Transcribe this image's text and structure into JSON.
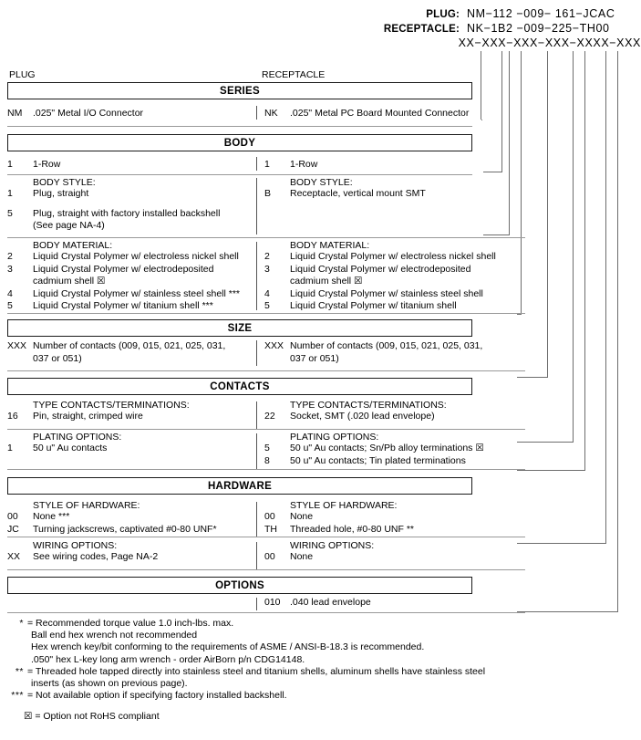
{
  "header": {
    "plug_label": "PLUG:",
    "receptacle_label": "RECEPTACLE:",
    "plug_value": "NM−112 −009− 161−JCAC",
    "receptacle_value": "NK−1B2 −009−225−TH00",
    "generic_pattern": "XX−XXX−XXX−XXX−XXXX−XXX"
  },
  "columns": {
    "plug": "PLUG",
    "receptacle": "RECEPTACLE"
  },
  "symbols": {
    "rohs_box": "☒",
    "asterisk3": "***",
    "asterisk2": "**",
    "asterisk1": "*"
  },
  "sections": {
    "series": {
      "title": "SERIES",
      "left": [
        {
          "code": "NM",
          "desc": ".025\" Metal I/O Connector"
        }
      ],
      "right": [
        {
          "code": "NK",
          "desc": ".025\" Metal PC Board Mounted Connector"
        }
      ]
    },
    "body": {
      "title": "BODY",
      "row_left": [
        {
          "code": "1",
          "desc": "1-Row"
        }
      ],
      "row_right": [
        {
          "code": "1",
          "desc": "1-Row"
        }
      ],
      "style_header": "BODY STYLE:",
      "style_left": [
        {
          "code": "1",
          "desc": "Plug, straight"
        },
        {
          "code": "5",
          "desc": "Plug, straight with factory installed backshell",
          "cont": "(See page NA-4)"
        }
      ],
      "style_right": [
        {
          "code": "B",
          "desc": "Receptacle, vertical mount SMT"
        }
      ],
      "material_header": "BODY MATERIAL:",
      "material_left": [
        {
          "code": "2",
          "desc": "Liquid Crystal Polymer w/ electroless nickel shell"
        },
        {
          "code": "3",
          "desc": "Liquid Crystal Polymer w/ electrodeposited",
          "cont": "cadmium shell  ☒"
        },
        {
          "code": "4",
          "desc": "Liquid Crystal Polymer w/ stainless steel shell ***"
        },
        {
          "code": "5",
          "desc": "Liquid Crystal Polymer w/ titanium shell ***"
        }
      ],
      "material_right": [
        {
          "code": "2",
          "desc": "Liquid Crystal Polymer w/ electroless nickel shell"
        },
        {
          "code": "3",
          "desc": "Liquid Crystal Polymer w/ electrodeposited",
          "cont": "cadmium shell  ☒"
        },
        {
          "code": "4",
          "desc": " Liquid Crystal Polymer w/ stainless steel shell"
        },
        {
          "code": "5",
          "desc": " Liquid Crystal Polymer w/ titanium shell"
        }
      ]
    },
    "size": {
      "title": "SIZE",
      "left": [
        {
          "code": "XXX",
          "desc": "Number of contacts (009, 015, 021, 025, 031,",
          "cont": "037 or 051)"
        }
      ],
      "right": [
        {
          "code": "XXX",
          "desc": "Number of contacts (009, 015, 021, 025, 031,",
          "cont": "037 or 051)"
        }
      ]
    },
    "contacts": {
      "title": "CONTACTS",
      "type_header": "TYPE CONTACTS/TERMINATIONS:",
      "type_left": [
        {
          "code": "16",
          "desc": "Pin, straight, crimped wire"
        }
      ],
      "type_right": [
        {
          "code": "22",
          "desc": "Socket, SMT (.020 lead envelope)"
        }
      ],
      "plating_header": "PLATING OPTIONS:",
      "plating_left": [
        {
          "code": "1",
          "desc": "50 u\" Au contacts"
        }
      ],
      "plating_right": [
        {
          "code": "5",
          "desc": "50 u\" Au contacts; Sn/Pb alloy terminations  ☒"
        },
        {
          "code": "8",
          "desc": " 50 u\" Au contacts; Tin plated terminations"
        }
      ]
    },
    "hardware": {
      "title": "HARDWARE",
      "style_header": "STYLE OF HARDWARE:",
      "style_left": [
        {
          "code": "00",
          "desc": "None  ***"
        },
        {
          "code": "JC",
          "desc": "Turning jackscrews, captivated #0-80 UNF*"
        }
      ],
      "style_right": [
        {
          "code": "00",
          "desc": "None"
        },
        {
          "code": "TH",
          "desc": "Threaded hole, #0-80 UNF  **"
        }
      ],
      "wiring_header": "WIRING OPTIONS:",
      "wiring_left": [
        {
          "code": "XX",
          "desc": "See wiring codes, Page NA-2"
        }
      ],
      "wiring_right": [
        {
          "code": "00",
          "desc": "None"
        }
      ]
    },
    "options": {
      "title": "OPTIONS",
      "left": [],
      "right": [
        {
          "code": "010",
          "desc": ".040 lead envelope"
        }
      ]
    }
  },
  "footnotes": [
    {
      "marker": "*",
      "lines": [
        "= Recommended torque value 1.0 inch-lbs. max.",
        "Ball end hex wrench not recommended",
        "Hex wrench key/bit conforming to the requirements of ASME / ANSI-B-18.3 is recommended.",
        ".050\" hex L-key long arm wrench - order AirBorn p/n CDG14148."
      ]
    },
    {
      "marker": "**",
      "lines": [
        "= Threaded hole tapped directly into stainless steel and titanium shells, aluminum shells have stainless steel",
        " inserts (as shown on previous page)."
      ]
    },
    {
      "marker": "***",
      "lines": [
        "= Not available option if specifying factory installed backshell."
      ]
    }
  ],
  "rohs_note": "☒ = Option not RoHS compliant"
}
